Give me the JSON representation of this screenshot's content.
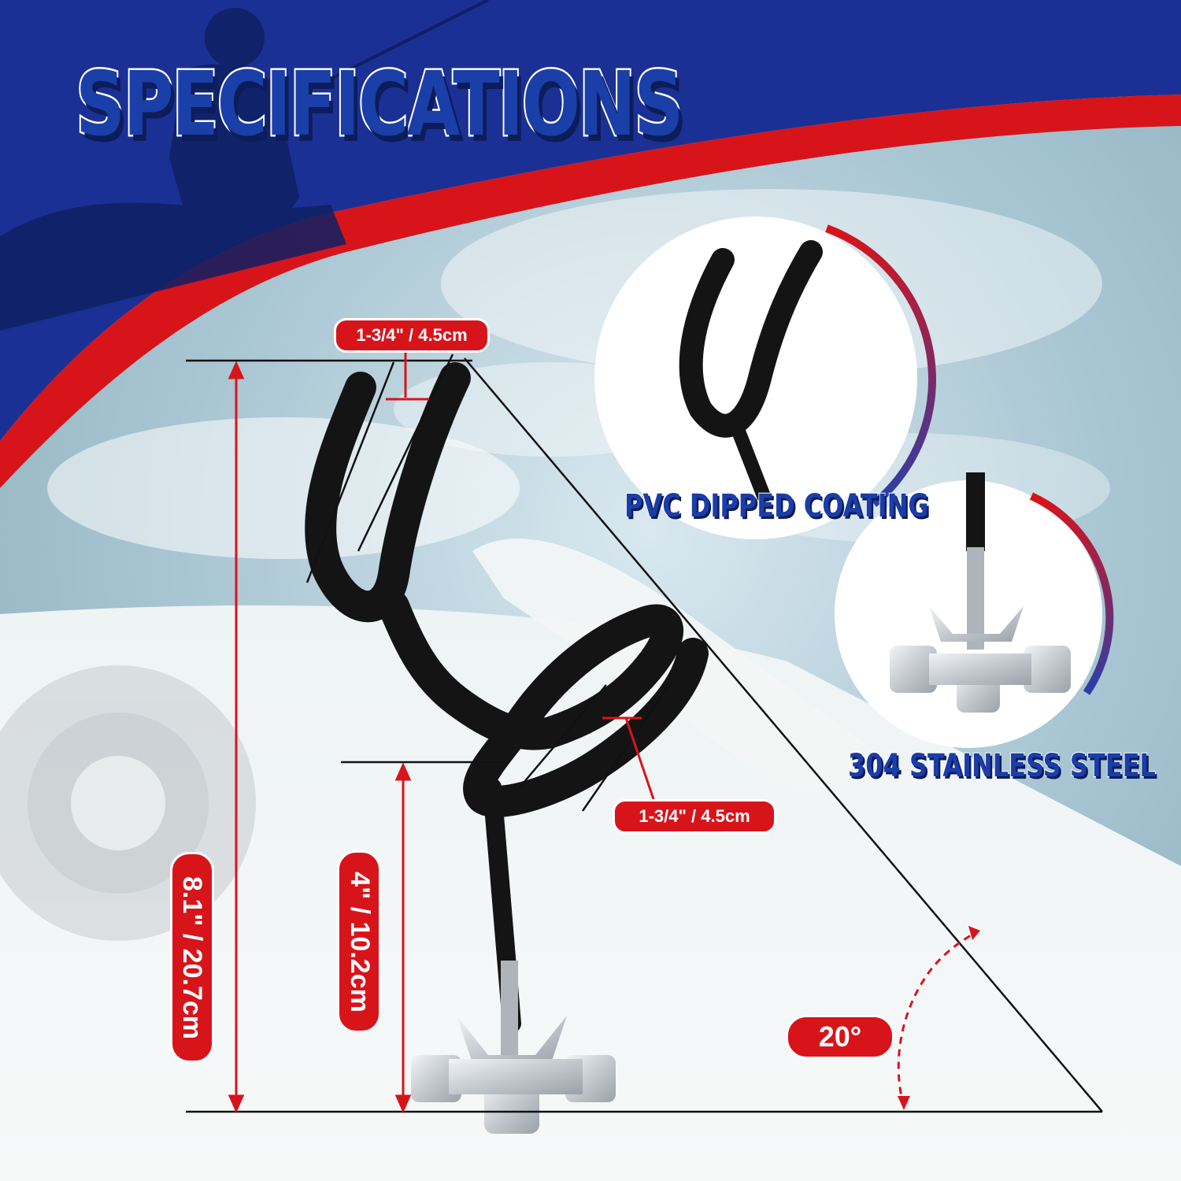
{
  "title": "SPECIFICATIONS",
  "dimensions": {
    "fork_width": "1-3/4\" / 4.5cm",
    "loop_width": "1-3/4\" / 4.5cm",
    "total_height": "8.1\" / 20.7cm",
    "base_height": "4\" / 10.2cm",
    "tilt_angle": "20°"
  },
  "features": [
    {
      "label": "PVC DIPPED COATING"
    },
    {
      "label": "304 STAINLESS STEEL"
    }
  ],
  "colors": {
    "brand_blue": "#1b3fa8",
    "accent_red": "#d8141b",
    "rod_black": "#141414",
    "metal_silver": "#c9cdd2"
  },
  "icons": [
    "fisherman-silhouette",
    "rod-holder",
    "wing-nut",
    "aluminum-base",
    "angle-arc"
  ]
}
